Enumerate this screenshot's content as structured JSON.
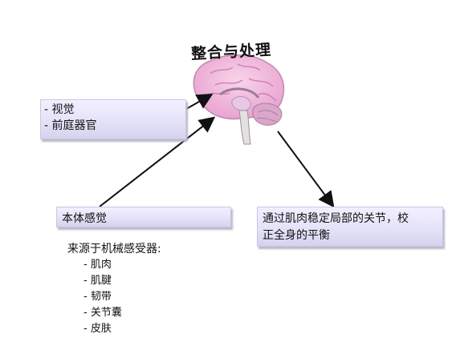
{
  "diagram": {
    "title": "整合与处理",
    "senses_box": {
      "items": [
        "- 视觉",
        "- 前庭器官"
      ]
    },
    "proprioception_box": {
      "label": "本体感觉"
    },
    "result_box": {
      "lines": [
        "通过肌肉稳定局部的关节，校",
        "正全身的平衡"
      ]
    },
    "mechanoreceptors": {
      "title": "来源于机械感受器:",
      "items": [
        "- 肌肉",
        "- 肌腱",
        "- 韧带",
        "- 关节囊",
        "- 皮肤"
      ]
    }
  },
  "colors": {
    "box_fill": "#e3e1f7",
    "brain_cortex": "#f2b6dc",
    "brain_outline": "#c08ab0",
    "arrow": "#111111"
  },
  "icons": {
    "brain": "brain-illustration-icon"
  }
}
